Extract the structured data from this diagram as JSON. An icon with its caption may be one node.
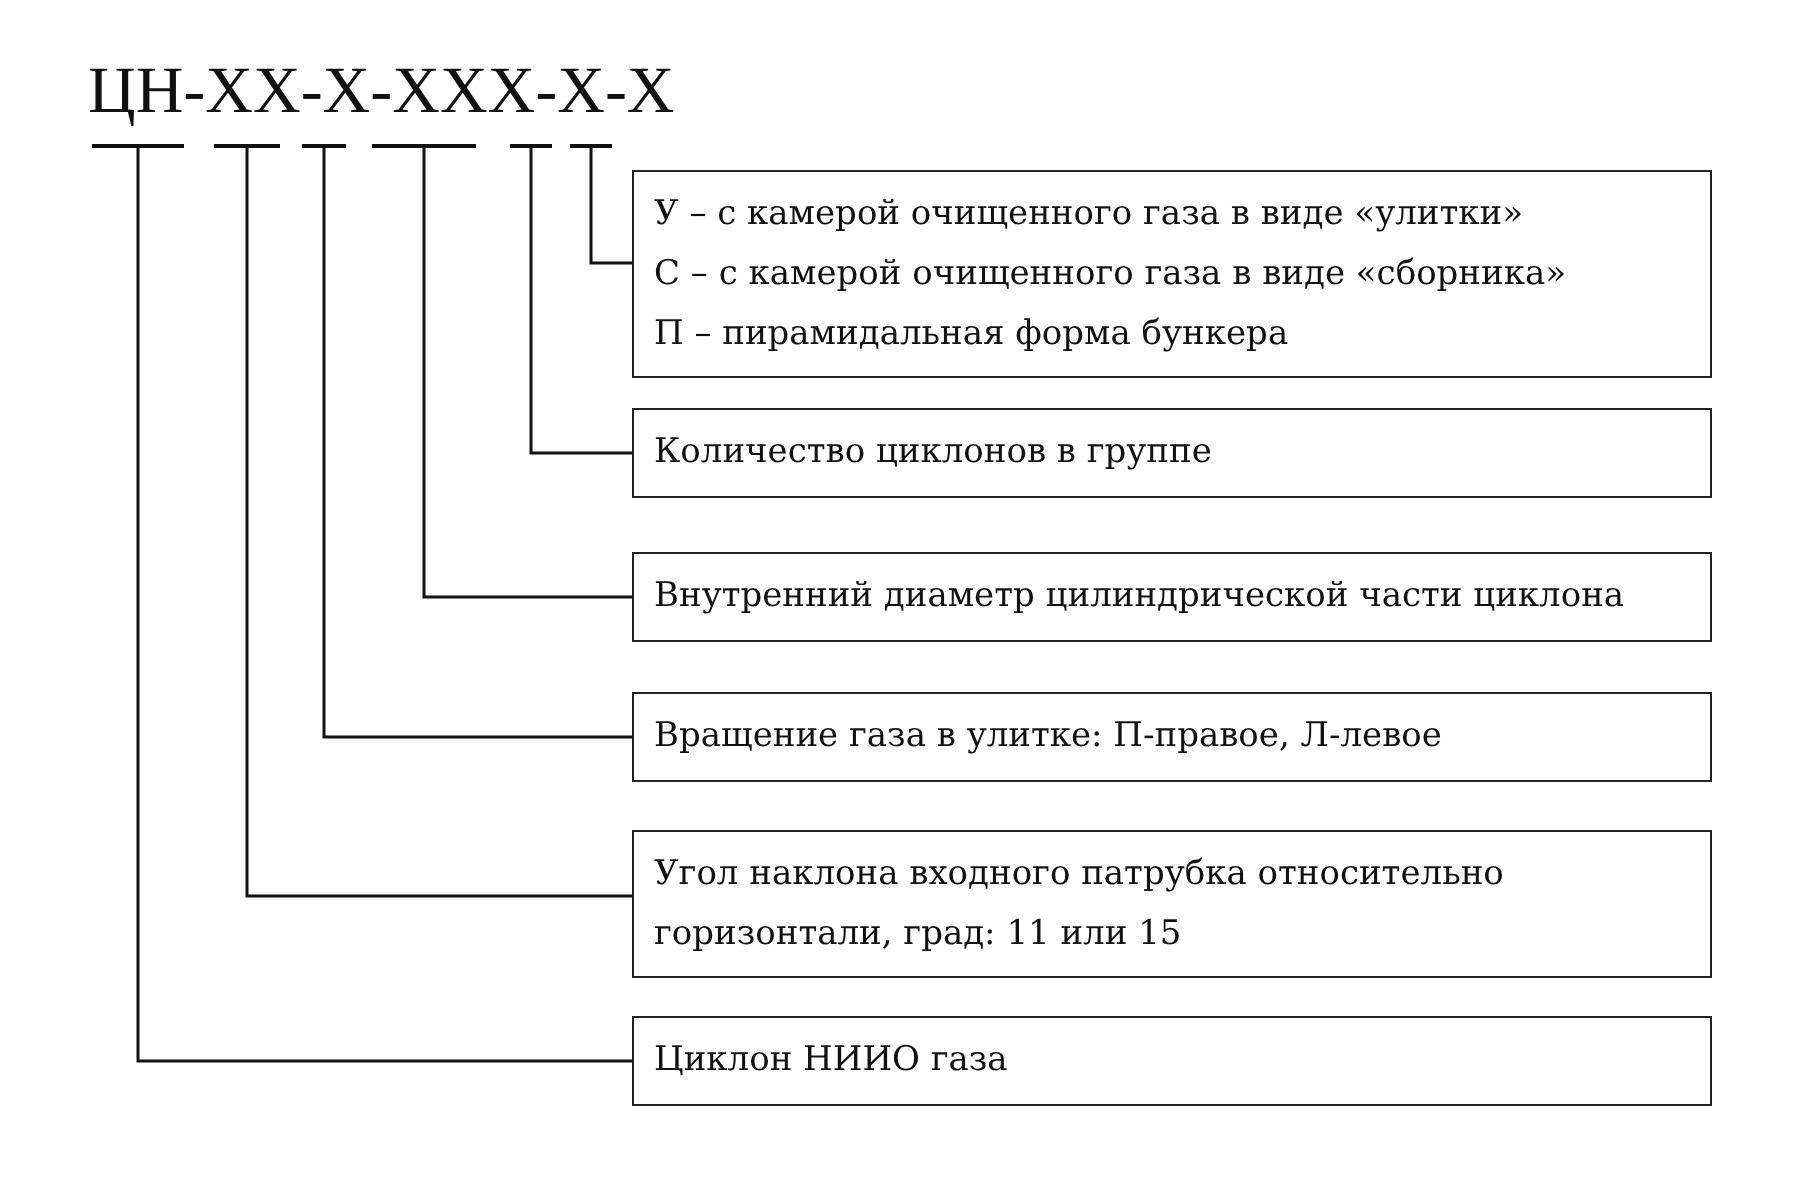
{
  "diagram": {
    "nodes": [
      {
        "text": [],
        "shape": "bar"
      },
      {
        "text": [],
        "shape": "bar"
      },
      {
        "text": [],
        "shape": "bar"
      },
      {
        "text": [],
        "shape": "bar"
      },
      {
        "text": [],
        "shape": "bar"
      },
      {
        "text": [],
        "shape": "bar"
      },
      {
        "text": [
          "У – с камерой очищенного газа в виде «улитки»",
          "С – с камерой очищенного газа в виде «сборника»",
          "П – пирамидальная форма бункера"
        ]
      },
      {
        "text": [
          "Количество циклонов в группе"
        ]
      },
      {
        "text": [
          "Внутренний диаметр цилиндрической части циклона"
        ]
      },
      {
        "text": [
          "Вращение газа в улитке: П-правое, Л-левое"
        ]
      },
      {
        "text": [
          "Угол наклона входного патрубка относительно горизонтали, град: 11 или 15"
        ]
      },
      {
        "text": [
          "Циклон НИИО газа"
        ]
      }
    ],
    "edges": [
      {
        "from": 5,
        "to": 6,
        "arrow": "none"
      },
      {
        "from": 4,
        "to": 7,
        "arrow": "none"
      },
      {
        "from": 3,
        "to": 8,
        "arrow": "none"
      },
      {
        "from": 2,
        "to": 9,
        "arrow": "none"
      },
      {
        "from": 1,
        "to": 10,
        "arrow": "none"
      },
      {
        "from": 0,
        "to": 11,
        "arrow": "none"
      }
    ],
    "labels": [
      "ЦН-XX-X-XXX-X-X"
    ]
  }
}
